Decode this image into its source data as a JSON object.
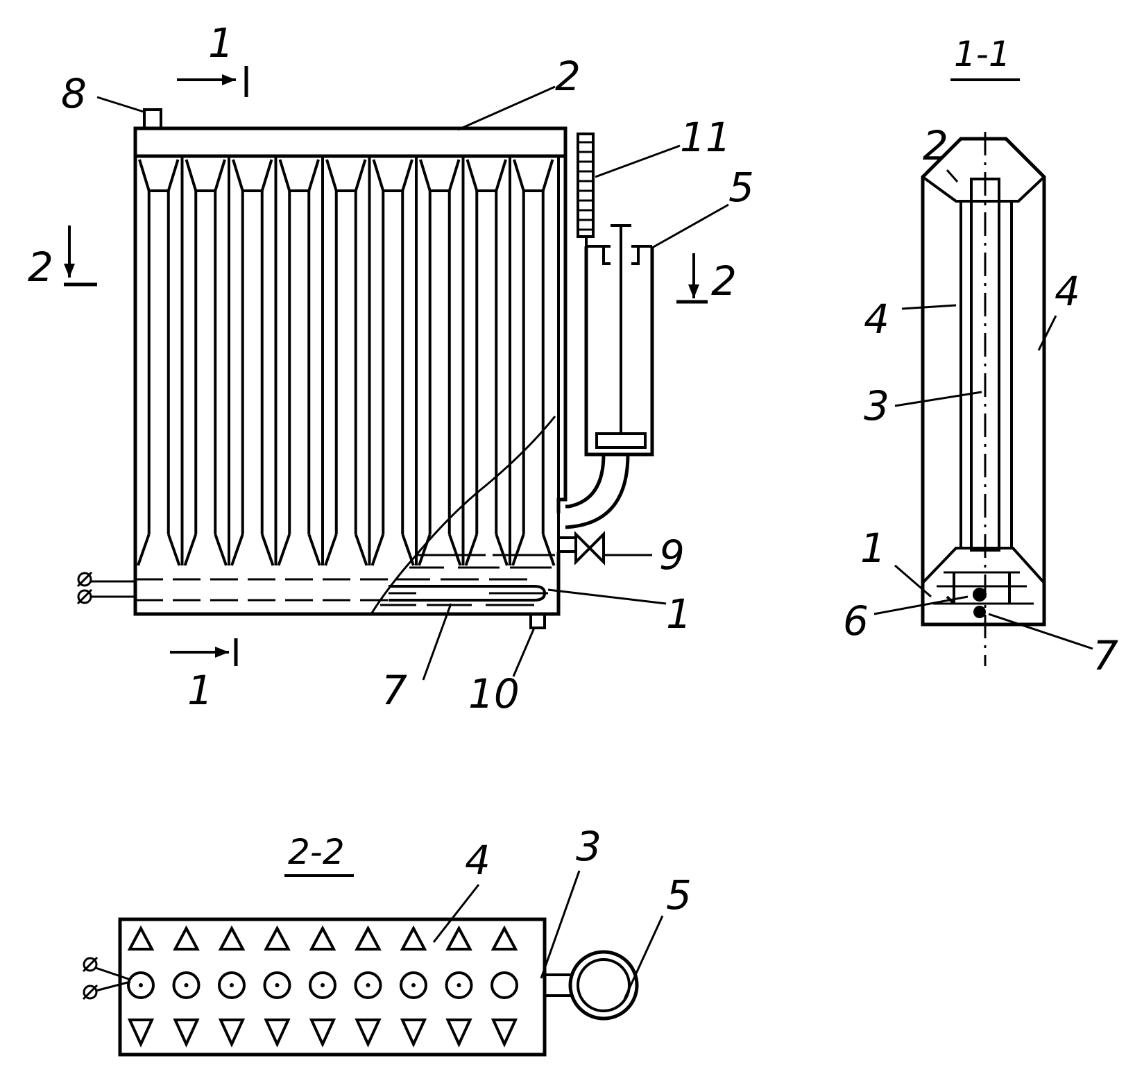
{
  "front_view": {
    "section_marks": {
      "top": "1",
      "bottom": "1",
      "left": "2",
      "right": "2"
    },
    "labels": {
      "l8": "8",
      "l2": "2",
      "l11": "11",
      "l5": "5",
      "l9": "9",
      "l1": "1",
      "l7": "7",
      "l10": "10"
    }
  },
  "section_1_1": {
    "title": "1-1",
    "labels": {
      "l2": "2",
      "l4_left": "4",
      "l4_right": "4",
      "l3": "3",
      "l1": "1",
      "l6": "6",
      "l7": "7"
    }
  },
  "section_2_2": {
    "title": "2-2",
    "labels": {
      "l4": "4",
      "l3": "3",
      "l5": "5"
    }
  }
}
